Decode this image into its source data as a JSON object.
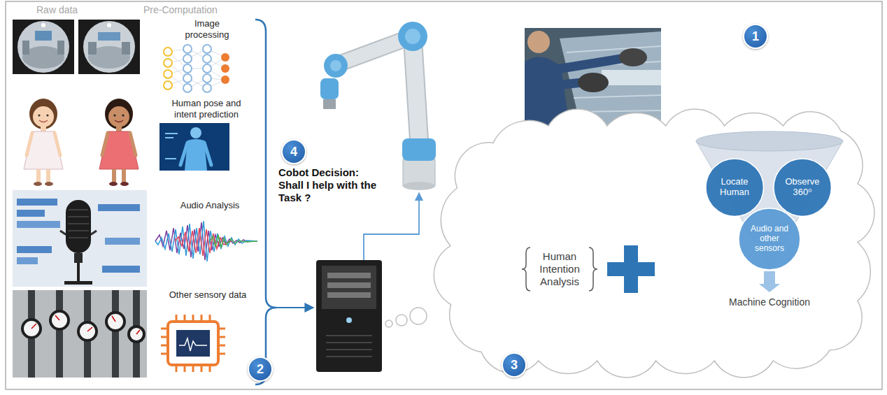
{
  "diagram": {
    "nodes": [
      {
        "text": [
          "Human Intention Analysis",
          "Machine Cognition"
        ]
      },
      {
        "text": [
          "Locate Human"
        ],
        "in": 0
      },
      {
        "text": [
          "Observe 360⁰"
        ],
        "in": 0
      },
      {
        "text": [
          "Audio and other sensors"
        ],
        "in": 0
      }
    ],
    "labels": [
      "Raw data",
      "Pre-Computation",
      "Image processing",
      "1",
      "Human pose and intent prediction",
      "4",
      "Cobot Decision: Shall I help with the Task ?",
      "Audio Analysis",
      "Other sensory data",
      "2",
      "3"
    ]
  }
}
